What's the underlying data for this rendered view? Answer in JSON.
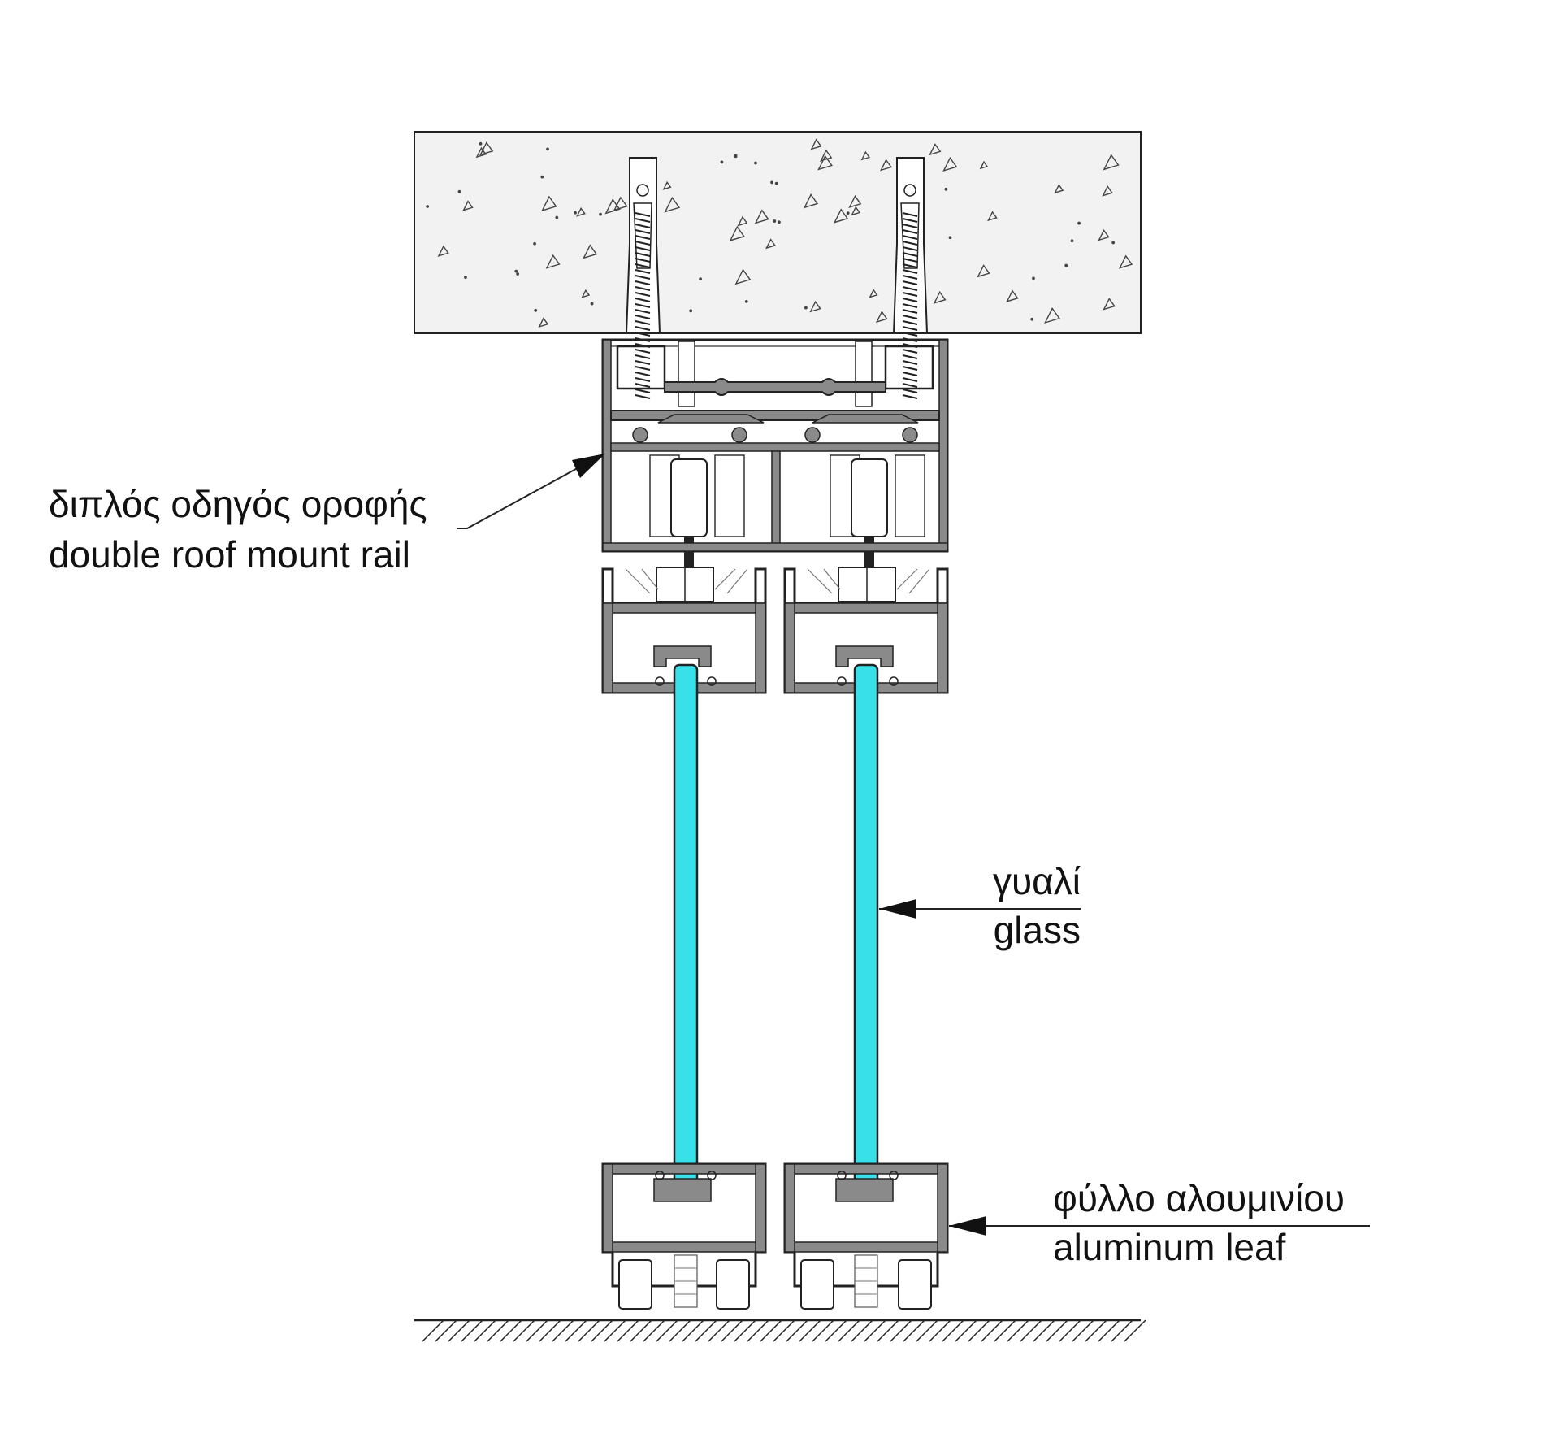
{
  "labels": {
    "rail": {
      "greek": "διπλός οδηγός οροφής",
      "english": "double roof mount rail"
    },
    "glass": {
      "greek": "γυαλί",
      "english": "glass"
    },
    "leaf": {
      "greek": "φύλλο αλουμινίου",
      "english": "aluminum leaf"
    }
  },
  "colors": {
    "glass": "#38e0ea",
    "aluminum": "#8a8a8a",
    "outline": "#222222",
    "concrete": "#f2f2f2"
  }
}
